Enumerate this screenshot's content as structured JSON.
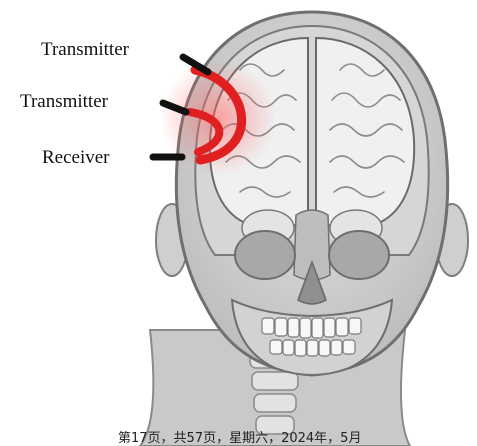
{
  "labels": {
    "transmitter_1": "Transmitter",
    "transmitter_2": "Transmitter",
    "receiver": "Receiver"
  },
  "footer": {
    "text": "第17页，共57页，星期六，2024年，5月"
  },
  "colors": {
    "probe": "#111111",
    "signal": "#e02020",
    "skull": "#d9d9d9",
    "brain": "#eeeeee",
    "outline": "#6f6f6f"
  }
}
